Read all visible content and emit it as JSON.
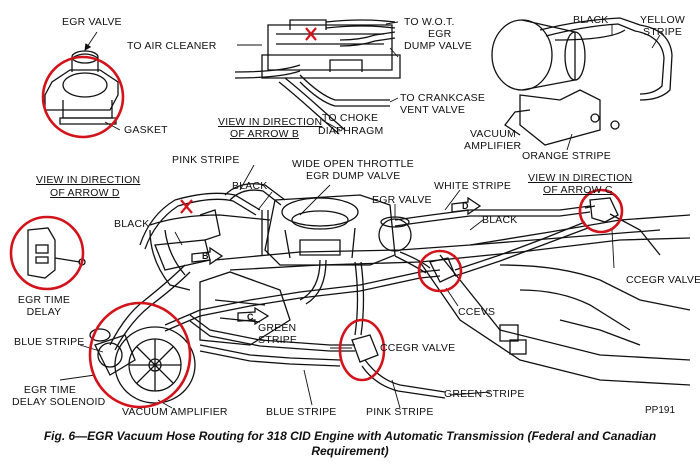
{
  "labels": {
    "egr_valve_top": "EGR VALVE",
    "to_air_cleaner": "TO AIR CLEANER",
    "to_wot_1": "TO W.O.T.",
    "to_wot_2": "EGR",
    "to_wot_3": "DUMP VALVE",
    "black_top": "BLACK",
    "yellow_stripe_1": "YELLOW",
    "yellow_stripe_2": "STRIPE",
    "to_crankcase": "TO CRANKCASE",
    "vent_valve": "VENT VALVE",
    "to_choke": "TO CHOKE",
    "diaphragm": "DIAPHRAGM",
    "gasket": "GASKET",
    "view_arrow_b_1": "VIEW IN DIRECTION",
    "view_arrow_b_2": "OF ARROW B",
    "vacuum_amp_top_1": "VACUUM",
    "vacuum_amp_top_2": "AMPLIFIER",
    "orange_stripe": "ORANGE STRIPE",
    "pink_stripe_top": "PINK STRIPE",
    "wot_dump_1": "WIDE OPEN THROTTLE",
    "wot_dump_2": "EGR DUMP VALVE",
    "view_arrow_d_1": "VIEW  IN DIRECTION",
    "view_arrow_d_2": "OF ARROW D",
    "black_mid": "BLACK",
    "egr_valve_mid": "EGR VALVE",
    "white_stripe": "WHITE STRIPE",
    "view_arrow_c_1": "VIEW IN DIRECTION",
    "view_arrow_c_2": "OF ARROW C",
    "black_left": "BLACK",
    "black_right": "BLACK",
    "egr_time_delay_1": "EGR TIME",
    "egr_time_delay_2": "DELAY",
    "ccegr_valve_right": "CCEGR VALVE",
    "ccevs": "CCEVS",
    "green_stripe_mid": "GREEN",
    "green_stripe_mid_2": "STRIPE",
    "blue_stripe_left": "BLUE STRIPE",
    "ccegr_valve_mid": "CCEGR VALVE",
    "egr_solenoid_1": "EGR TIME",
    "egr_solenoid_2": "DELAY SOLENOID",
    "vacuum_amp_bottom": "VACUUM AMPLIFIER",
    "green_stripe_bottom": "GREEN STRIPE",
    "blue_stripe_bottom": "BLUE STRIPE",
    "pink_stripe_bottom": "PINK STRIPE",
    "arrow_b": "B",
    "arrow_c": "C",
    "arrow_d": "D"
  },
  "code": "PP191",
  "caption": {
    "line1": "Fig. 6—EGR Vacuum Hose Routing for 318 CID Engine with Automatic Transmission (Federal and Canadian",
    "line2": "Requirement)"
  },
  "colors": {
    "line": "#111111",
    "highlight": "#d3131b",
    "paper": "#ffffff"
  }
}
